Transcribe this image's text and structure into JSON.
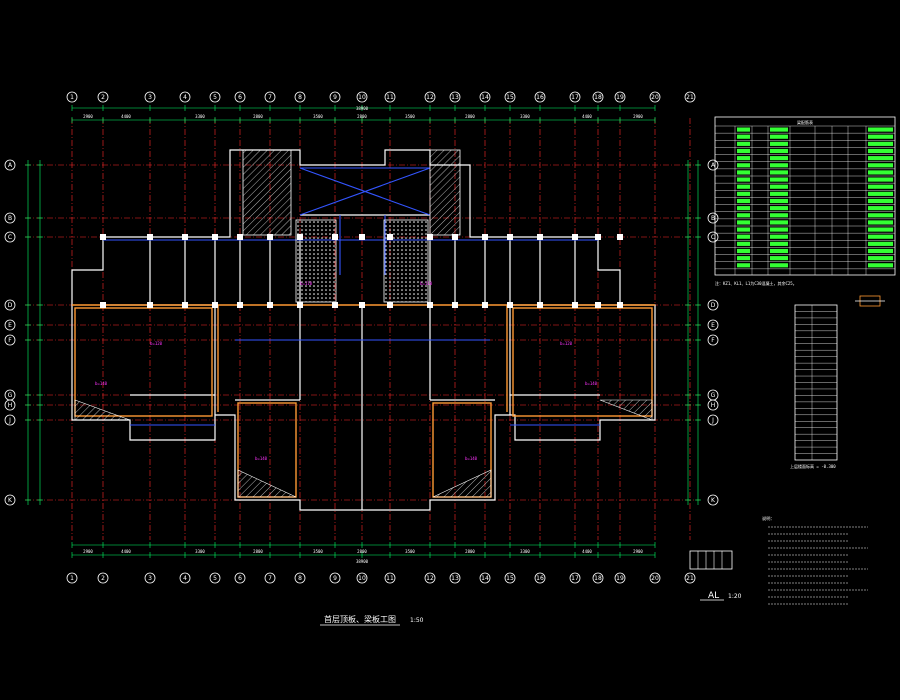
{
  "drawing": {
    "main_title": "首层顶板、梁板工图",
    "main_scale": "1:50",
    "detail_title": "AL",
    "detail_scale": "1:20",
    "notes_heading": "说明："
  },
  "colors": {
    "background": "#000000",
    "axis_line": "#ff2a2a",
    "dimension_line": "#00ff66",
    "wall": "#ffffff",
    "beam_blue": "#3355ff",
    "beam_orange": "#ff9933",
    "label_magenta": "#ff33ff",
    "table_green": "#33ff33"
  },
  "axis_bubbles": {
    "top": [
      "1",
      "2",
      "3",
      "4",
      "5",
      "6",
      "7",
      "8",
      "9",
      "10",
      "11",
      "12",
      "13",
      "14",
      "15",
      "16",
      "17",
      "18",
      "19",
      "20",
      "21"
    ],
    "left": [
      "A",
      "B",
      "C",
      "D",
      "E",
      "F",
      "G",
      "H",
      "J",
      "K"
    ]
  },
  "dimensions": {
    "top_total": "38900",
    "bottom_total": "38900",
    "segments": [
      "2900",
      "4400",
      "3300",
      "2800",
      "3500",
      "2800",
      "3500",
      "2800",
      "3300",
      "4400",
      "2900"
    ]
  },
  "schedule_table": {
    "title": "梁配筋表",
    "footnote": "注：KZ1、KL1、L1为C30混凝土，其余C25。",
    "row_count": 20
  },
  "small_table": {
    "caption": "上层楼面标高 = -0.300",
    "row_count": 24
  },
  "room_labels": [
    "b=140",
    "b=140",
    "b=140",
    "b=140",
    "b=120",
    "b=120",
    "b=110",
    "b=110"
  ]
}
